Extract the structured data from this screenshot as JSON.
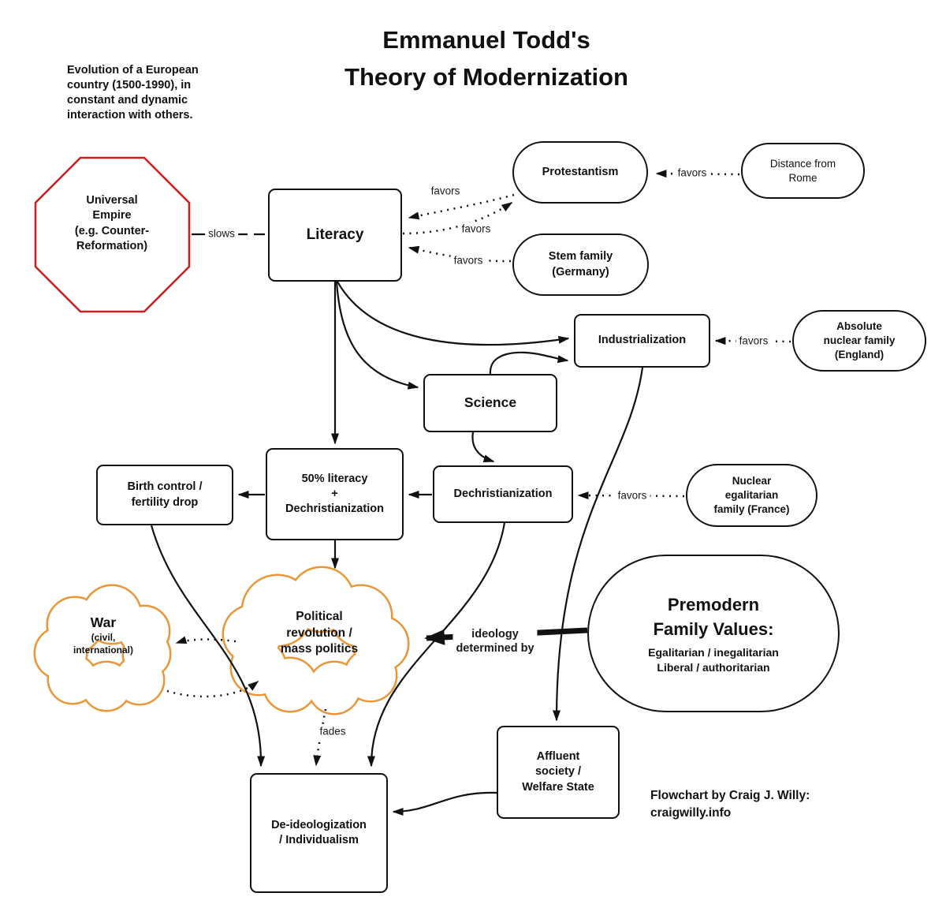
{
  "title": "Emmanuel Todd's\nTheory of Modernization",
  "note": "Evolution of a European\ncountry (1500-1990), in\nconstant and dynamic\ninteraction with others.",
  "credit": "Flowchart by Craig J. Willy:\ncraigwilly.info",
  "colors": {
    "box_border": "#111111",
    "octagon_red": "#cc2020",
    "cloud_orange": "#e8973a",
    "arrow_black": "#111111"
  },
  "nodes": {
    "universal_empire": {
      "label": "Universal\nEmpire\n(e.g. Counter-\nReformation)",
      "shape": "octagon"
    },
    "literacy": {
      "label": "Literacy",
      "shape": "rect"
    },
    "protestantism": {
      "label": "Protestantism",
      "shape": "stadium"
    },
    "distance_rome": {
      "label": "Distance from\nRome",
      "shape": "stadium"
    },
    "stem_family": {
      "label": "Stem family\n(Germany)",
      "shape": "stadium"
    },
    "industrialization": {
      "label": "Industrialization",
      "shape": "rect"
    },
    "absolute_family": {
      "label": "Absolute\nnuclear family\n(England)",
      "shape": "stadium"
    },
    "science": {
      "label": "Science",
      "shape": "rect"
    },
    "fifty_literacy": {
      "label": "50% literacy\n+\nDechristianization",
      "shape": "rect"
    },
    "birth_control": {
      "label": "Birth control /\nfertility drop",
      "shape": "rect"
    },
    "dechristianization": {
      "label": "Dechristianization",
      "shape": "rect"
    },
    "nuclear_family": {
      "label": "Nuclear\negalitarian\nfamily (France)",
      "shape": "stadium"
    },
    "war": {
      "title": "War",
      "subtitle": "(civil,\ninternational)",
      "shape": "cloud"
    },
    "political_revolution": {
      "label": "Political\nrevolution /\nmass politics",
      "shape": "cloud"
    },
    "premodern": {
      "title": "Premodern\nFamily Values:",
      "subtitle": "Egalitarian / inegalitarian\nLiberal / authoritarian",
      "shape": "rounded"
    },
    "affluent": {
      "label": "Affluent\nsociety /\nWelfare State",
      "shape": "rect"
    },
    "deideologization": {
      "label": "De-ideologization\n/ Individualism",
      "shape": "rect"
    }
  },
  "edge_labels": {
    "slows": "slows",
    "favors_protestantism_to_literacy": "favors",
    "favors_literacy_to_protestantism": "favors",
    "favors_stem_to_literacy": "favors",
    "favors_rome_to_protestantism": "favors",
    "favors_absolute_to_industrialization": "favors",
    "favors_nuclear_to_dechristianization": "favors",
    "fades": "fades",
    "ideology": "ideology\ndetermined by"
  },
  "edges": [
    {
      "from": "universal_empire",
      "to": "literacy",
      "label": "slows",
      "style": "plain-line"
    },
    {
      "from": "protestantism",
      "to": "literacy",
      "label": "favors",
      "style": "dotted"
    },
    {
      "from": "literacy",
      "to": "protestantism",
      "label": "favors",
      "style": "dotted"
    },
    {
      "from": "stem_family",
      "to": "literacy",
      "label": "favors",
      "style": "dotted"
    },
    {
      "from": "distance_rome",
      "to": "protestantism",
      "label": "favors",
      "style": "dotted"
    },
    {
      "from": "absolute_family",
      "to": "industrialization",
      "label": "favors",
      "style": "dotted"
    },
    {
      "from": "nuclear_family",
      "to": "dechristianization",
      "label": "favors",
      "style": "dotted"
    },
    {
      "from": "literacy",
      "to": "fifty_literacy",
      "label": "",
      "style": "solid"
    },
    {
      "from": "literacy",
      "to": "science",
      "label": "",
      "style": "solid"
    },
    {
      "from": "literacy",
      "to": "industrialization",
      "label": "",
      "style": "solid"
    },
    {
      "from": "science",
      "to": "industrialization",
      "label": "",
      "style": "solid"
    },
    {
      "from": "science",
      "to": "dechristianization",
      "label": "",
      "style": "solid"
    },
    {
      "from": "dechristianization",
      "to": "fifty_literacy",
      "label": "",
      "style": "solid"
    },
    {
      "from": "fifty_literacy",
      "to": "birth_control",
      "label": "",
      "style": "solid"
    },
    {
      "from": "fifty_literacy",
      "to": "political_revolution",
      "label": "",
      "style": "solid"
    },
    {
      "from": "birth_control",
      "to": "deideologization",
      "label": "",
      "style": "solid"
    },
    {
      "from": "dechristianization",
      "to": "deideologization",
      "label": "",
      "style": "solid"
    },
    {
      "from": "industrialization",
      "to": "affluent",
      "label": "",
      "style": "solid"
    },
    {
      "from": "affluent",
      "to": "deideologization",
      "label": "",
      "style": "solid"
    },
    {
      "from": "premodern",
      "to": "political_revolution",
      "label": "ideology determined by",
      "style": "thick"
    },
    {
      "from": "political_revolution",
      "to": "war",
      "label": "",
      "style": "dotted"
    },
    {
      "from": "war",
      "to": "political_revolution",
      "label": "",
      "style": "dotted"
    },
    {
      "from": "political_revolution",
      "to": "deideologization",
      "label": "fades",
      "style": "dotted"
    }
  ]
}
